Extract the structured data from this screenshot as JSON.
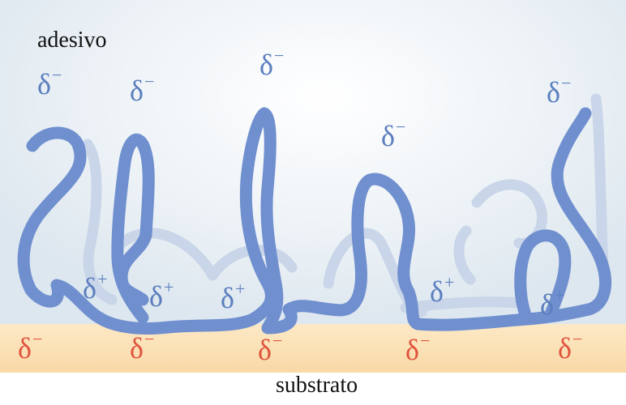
{
  "labels": {
    "top": "adesivo",
    "bottom": "substrato"
  },
  "charges": {
    "negative": {
      "symbol": "δ",
      "sign": "−"
    },
    "positive": {
      "symbol": "δ",
      "sign": "+"
    }
  },
  "colors": {
    "polymer_chain": "#6f8fcf",
    "polymer_chain_faded": "#c6d2e6",
    "charge_on_adhesive": "#5b7fbe",
    "charge_on_substrate": "#e0543e",
    "substrate_band": "#fbe3b8",
    "adhesive_background": "#e6eef4"
  }
}
